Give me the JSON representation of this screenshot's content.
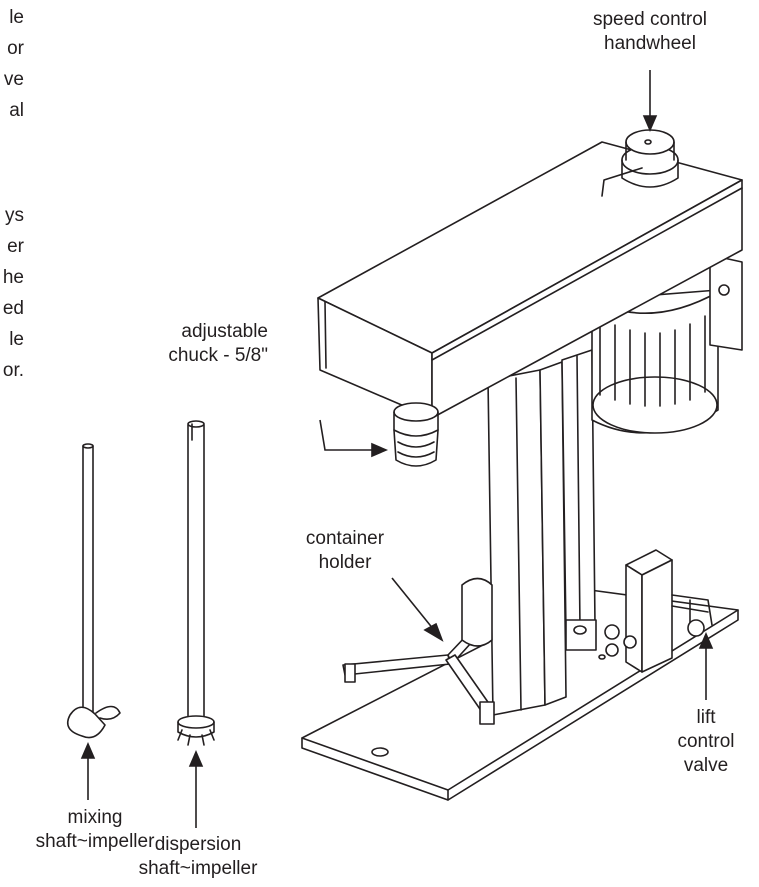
{
  "left_text_fragments": {
    "block1": [
      "le",
      "or",
      "ve",
      "al"
    ],
    "block2": [
      "ys",
      "er",
      "he",
      "ed",
      "le",
      "or."
    ]
  },
  "labels": {
    "speed_control": [
      "speed control",
      "handwheel"
    ],
    "adjustable_chuck": [
      "adjustable",
      "chuck - 5/8\""
    ],
    "container_holder": [
      "container",
      "holder"
    ],
    "mixing_shaft": [
      "mixing",
      "shaft~impeller"
    ],
    "dispersion_shaft": [
      "dispersion",
      "shaft~impeller"
    ],
    "lift_control": [
      "lift",
      "control",
      "valve"
    ]
  },
  "colors": {
    "ink": "#231f20",
    "background": "#ffffff"
  }
}
